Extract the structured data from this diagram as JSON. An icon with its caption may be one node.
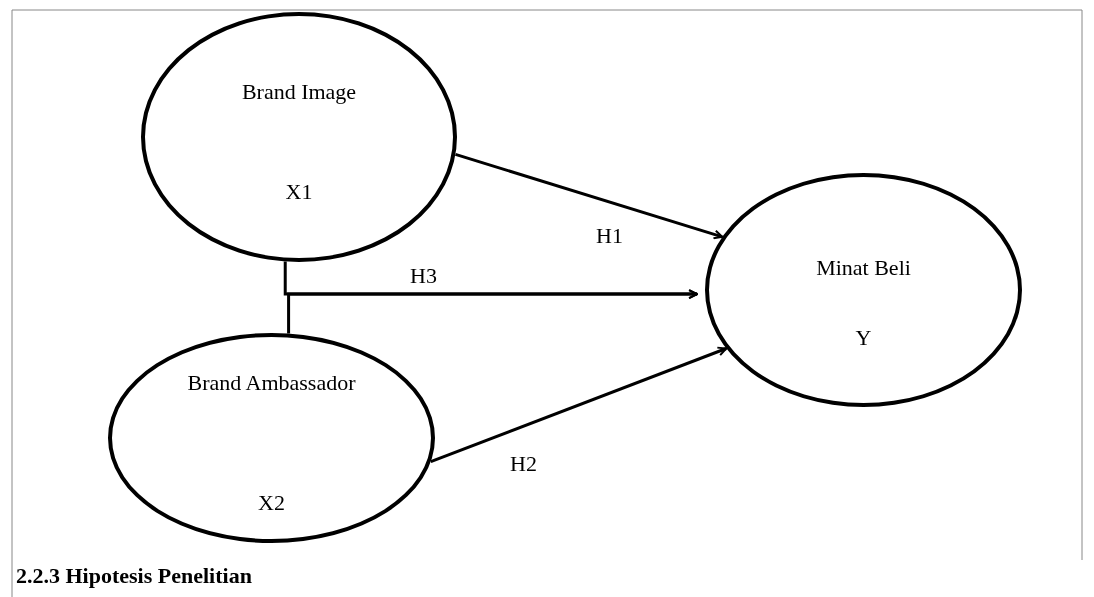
{
  "diagram": {
    "nodes": [
      {
        "text": [
          "Brand Image",
          "X1"
        ]
      },
      {
        "text": [
          "Brand Ambassador",
          "X2"
        ]
      },
      {
        "text": [
          "Minat Beli",
          "Y"
        ]
      }
    ],
    "edges": [
      {
        "from": 0,
        "to": 2,
        "arrow": "to",
        "label": "H1"
      },
      {
        "from": 0,
        "to": 2,
        "arrow": "to",
        "label": "H3"
      },
      {
        "from": 1,
        "to": 2,
        "arrow": "to"
      },
      {
        "from": 1,
        "to": 2,
        "arrow": "to",
        "label": "H2"
      }
    ],
    "labels": [
      "2.2.3 Hipotesis Penelitian"
    ]
  }
}
